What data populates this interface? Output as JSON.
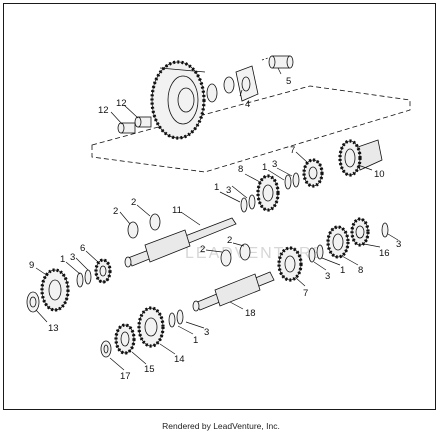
{
  "credit_text": "Rendered by LeadVenture, Inc.",
  "watermark_text": "LEADVENTURE",
  "callouts": [
    {
      "id": "c5",
      "text": "5"
    },
    {
      "id": "c4",
      "text": "4"
    },
    {
      "id": "c12a",
      "text": "12"
    },
    {
      "id": "c12b",
      "text": "12"
    },
    {
      "id": "c10",
      "text": "10"
    },
    {
      "id": "c7a",
      "text": "7"
    },
    {
      "id": "c3a",
      "text": "3"
    },
    {
      "id": "c1a",
      "text": "1"
    },
    {
      "id": "c8a",
      "text": "8"
    },
    {
      "id": "c3b",
      "text": "3"
    },
    {
      "id": "c1b",
      "text": "1"
    },
    {
      "id": "c11",
      "text": "11"
    },
    {
      "id": "c2a",
      "text": "2"
    },
    {
      "id": "c2b",
      "text": "2"
    },
    {
      "id": "c9",
      "text": "9"
    },
    {
      "id": "c1c",
      "text": "1"
    },
    {
      "id": "c3c",
      "text": "3"
    },
    {
      "id": "c6",
      "text": "6"
    },
    {
      "id": "c13",
      "text": "13"
    },
    {
      "id": "c2c",
      "text": "2"
    },
    {
      "id": "c2d",
      "text": "2"
    },
    {
      "id": "c7b",
      "text": "7"
    },
    {
      "id": "c3d",
      "text": "3"
    },
    {
      "id": "c1d",
      "text": "1"
    },
    {
      "id": "c8b",
      "text": "8"
    },
    {
      "id": "c16",
      "text": "16"
    },
    {
      "id": "c3e",
      "text": "3"
    },
    {
      "id": "c18",
      "text": "18"
    },
    {
      "id": "c1e",
      "text": "1"
    },
    {
      "id": "c3f",
      "text": "3"
    },
    {
      "id": "c14",
      "text": "14"
    },
    {
      "id": "c15",
      "text": "15"
    },
    {
      "id": "c17",
      "text": "17"
    }
  ]
}
